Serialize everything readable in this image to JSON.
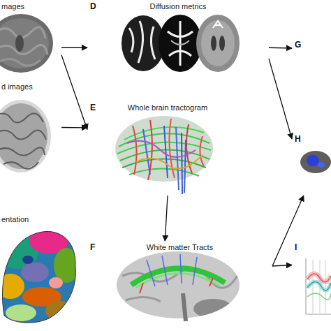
{
  "diagram": {
    "nodes": [
      {
        "text": [
          "mages"
        ]
      },
      {
        "text": [
          "D",
          "Diffusion metrics"
        ]
      },
      {
        "text": [
          "G"
        ]
      },
      {
        "text": [
          "d images"
        ]
      },
      {
        "text": [
          "E",
          "Whole brain tractogram"
        ]
      },
      {
        "text": [
          "H"
        ]
      },
      {
        "text": [
          "entation"
        ]
      },
      {
        "text": [
          "F",
          "White matter Tracts"
        ]
      },
      {
        "text": [
          "I"
        ]
      }
    ],
    "edges": [
      {
        "from": 0,
        "to": 1,
        "arrow": "to"
      },
      {
        "from": 0,
        "to": 4,
        "arrow": "to"
      },
      {
        "from": 3,
        "to": 4,
        "arrow": "to"
      },
      {
        "from": 1,
        "to": 2,
        "arrow": "to"
      },
      {
        "from": 1,
        "to": 5,
        "arrow": "to"
      },
      {
        "from": 4,
        "to": 7,
        "arrow": "to"
      },
      {
        "from": 7,
        "to": 5,
        "arrow": "to"
      },
      {
        "from": 7,
        "to": 8,
        "arrow": "to"
      }
    ]
  }
}
